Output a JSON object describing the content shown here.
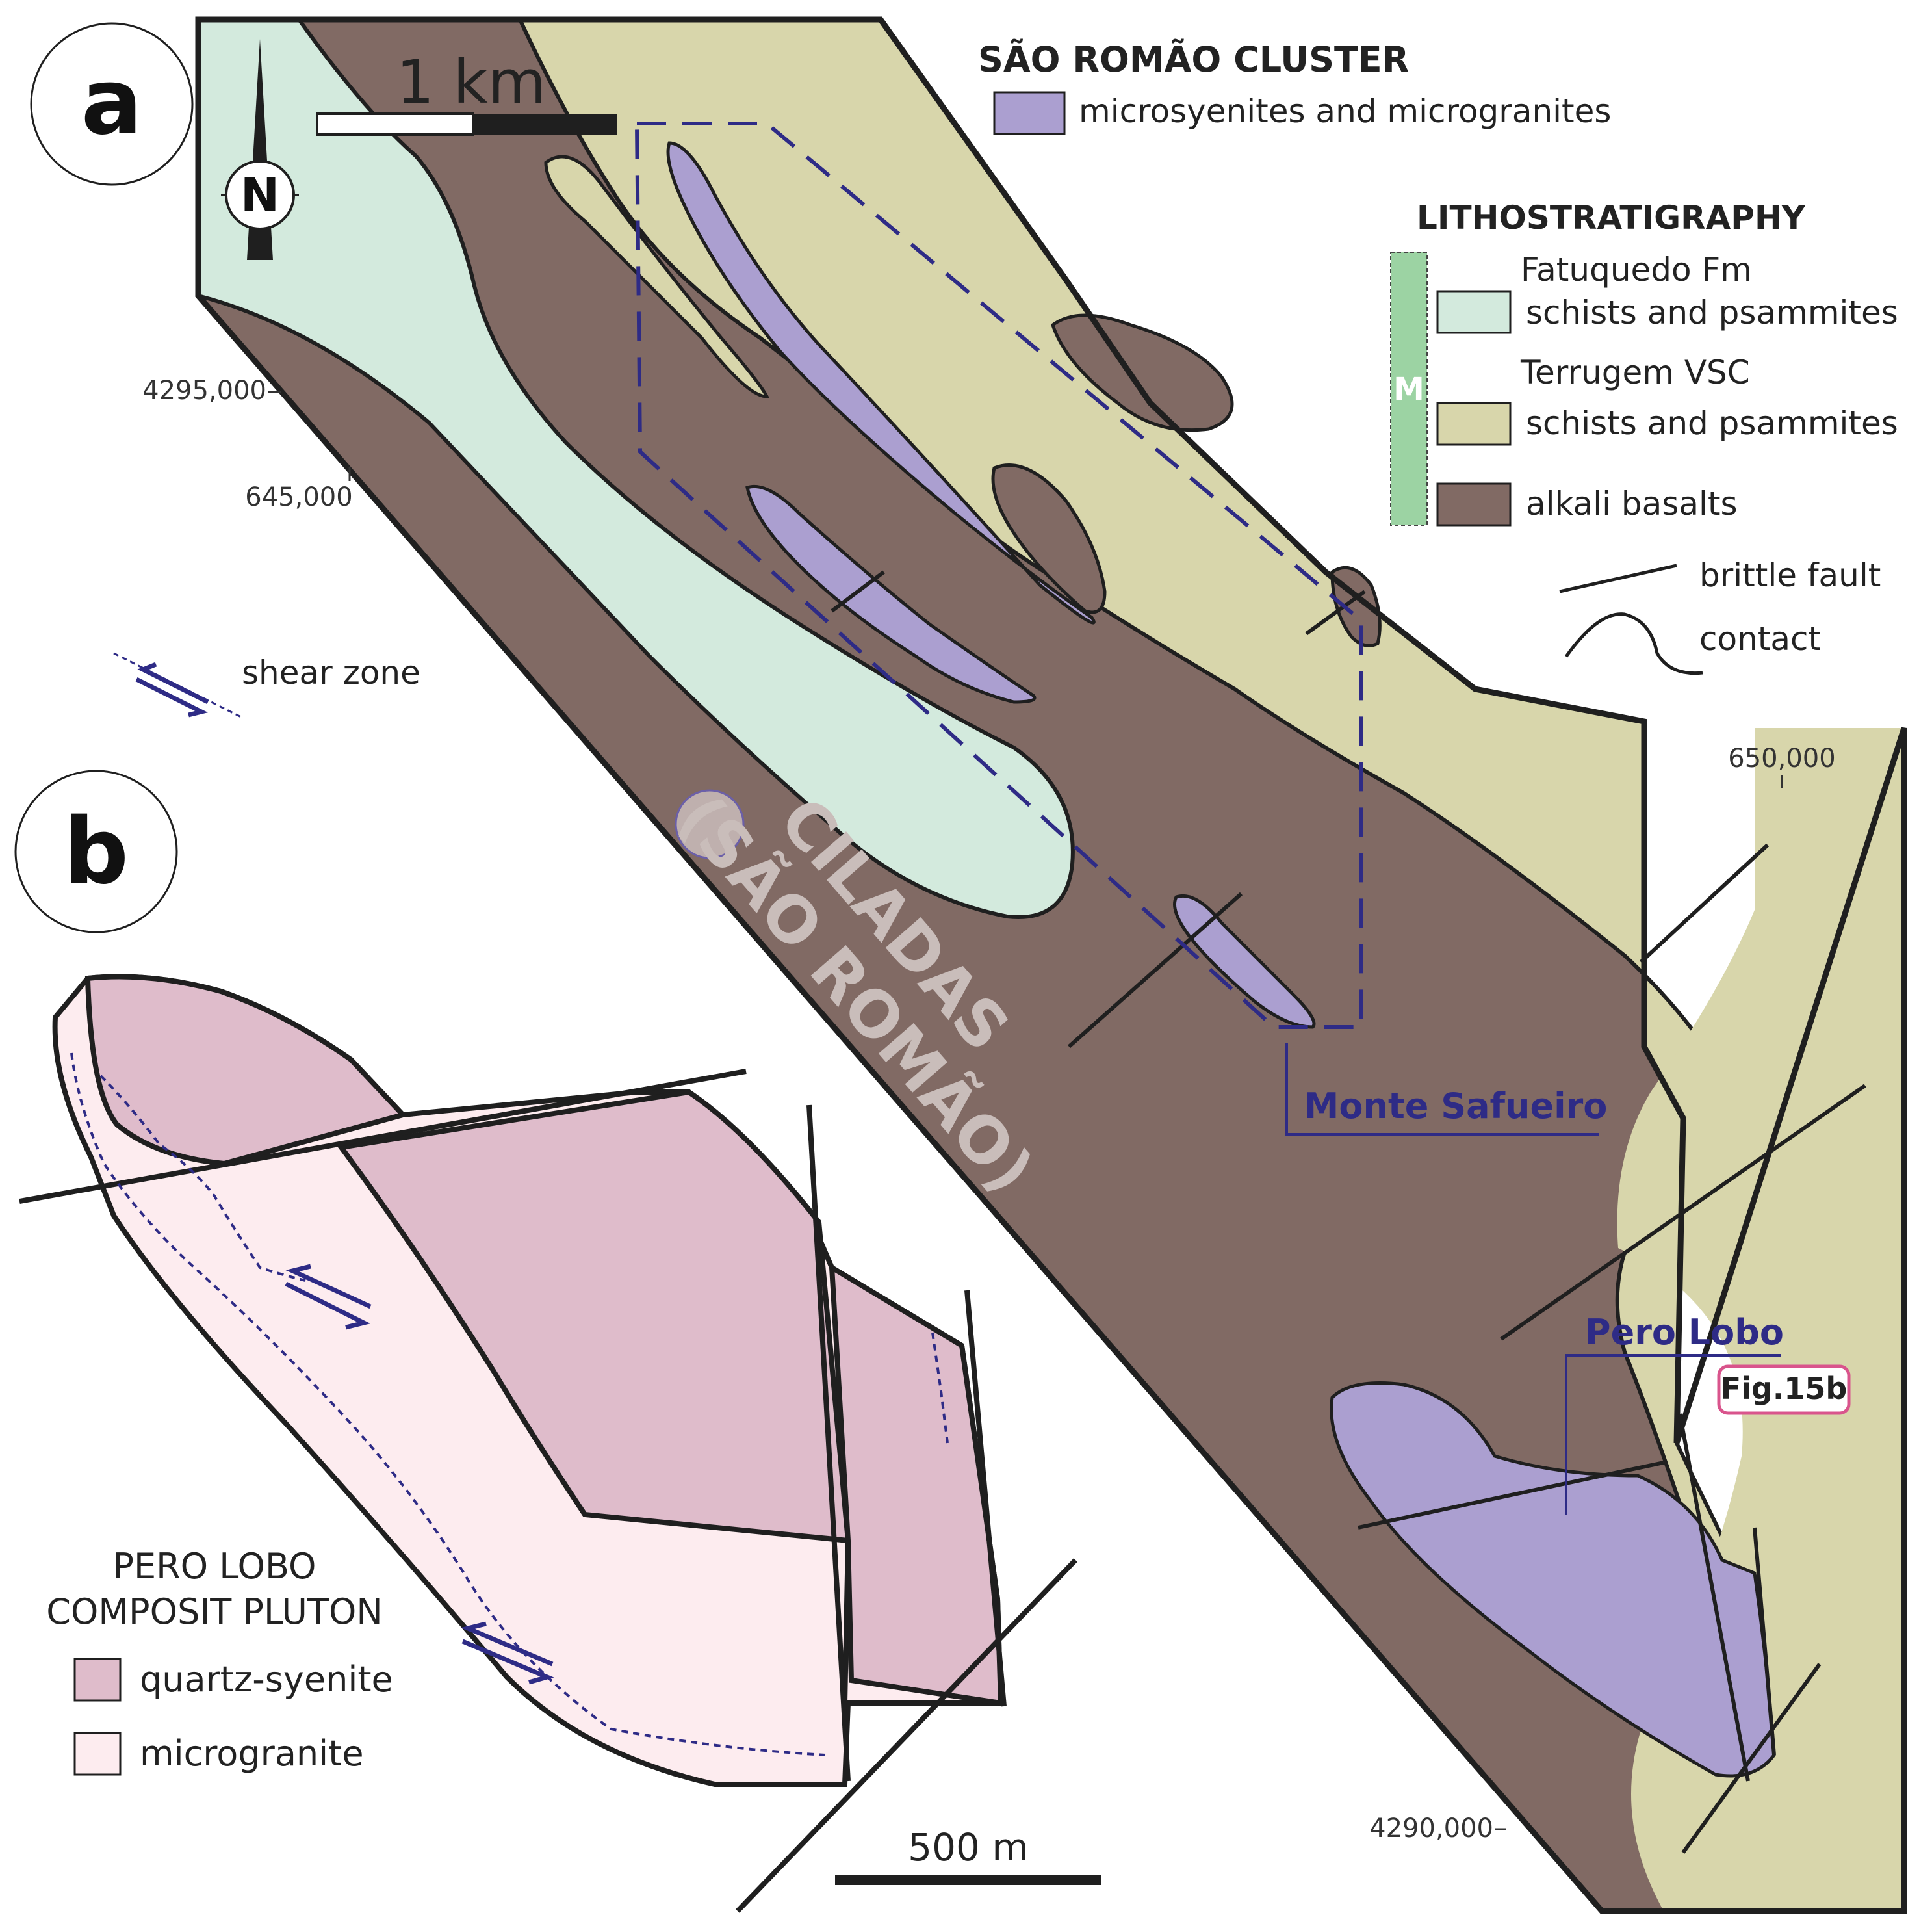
{
  "panels": {
    "a": {
      "label": "a"
    },
    "b": {
      "label": "b"
    }
  },
  "north_arrow": {
    "label": "N"
  },
  "scale_bars": {
    "a": {
      "label": "1 km"
    },
    "b": {
      "label": "500 m"
    }
  },
  "coordinates": {
    "northing_top": "4295,000",
    "northing_bottom": "4290,000",
    "easting_left": "645,000",
    "easting_right": "650,000"
  },
  "legend_a": {
    "cluster_title": "SÃO ROMÃO CLUSTER",
    "cluster_items": [
      {
        "label": "microsyenites and microgranites",
        "color": "#ab9fd0"
      }
    ],
    "strat_title": "LITHOSTRATIGRAPHY",
    "column_label": "M",
    "column_color": "#9cd3a3",
    "strat_items": [
      {
        "line1": "Fatuquedo Fm",
        "line2": "schists and psammites",
        "color": "#d3eadd"
      },
      {
        "line1": "Terrugem VSC",
        "line2": "schists and psammites",
        "color": "#d8d6ab"
      },
      {
        "line1": "",
        "line2": "alkali basalts",
        "color": "#816a64"
      }
    ],
    "line_items": [
      {
        "label": "brittle fault",
        "icon": "straight-line-icon"
      },
      {
        "label": "contact",
        "icon": "curved-line-icon"
      }
    ],
    "shear_zone_label": "shear zone"
  },
  "map_labels": {
    "cilada_line1": "CILADAS",
    "cilada_line2": "(SÃO ROMÃO)",
    "monte_safueiro": "Monte Safueiro",
    "pero_lobo": "Pero Lobo",
    "fig_ref": "Fig.15b"
  },
  "legend_b": {
    "title_line1": "PERO LOBO",
    "title_line2": "COMPOSIT PLUTON",
    "items": [
      {
        "label": "quartz-syenite",
        "color": "#dfbccb"
      },
      {
        "label": "microgranite",
        "color": "#fdecef"
      }
    ]
  },
  "colors": {
    "accent_blue": "#2e2b86",
    "outline": "#1f1f1f",
    "fig_ref_border": "#d9548c"
  }
}
